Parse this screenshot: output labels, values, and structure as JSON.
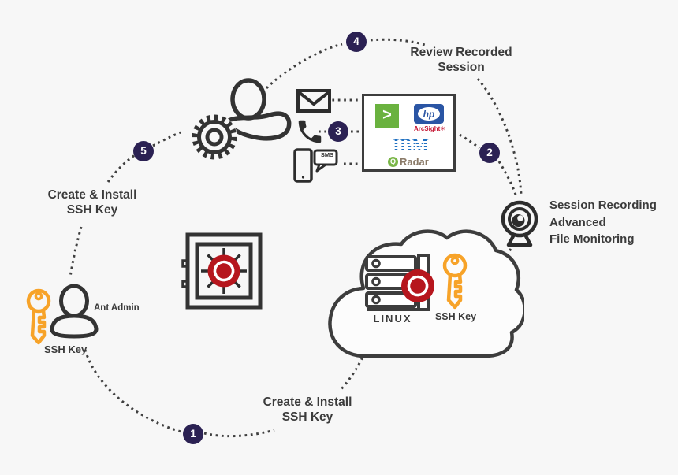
{
  "colors": {
    "background": "#f7f7f7",
    "ink": "#3b3b3b",
    "badge_navy": "#2b2153",
    "key_orange": "#f7a329",
    "logo_red": "#b6161d",
    "hpe_green": "#6ab23f",
    "hp_blue": "#2a55a4",
    "arcsight_red": "#c41230",
    "ibm_blue": "#1f70c1",
    "qradar_green": "#7ab648",
    "qradar_text_brown": "#8a7a68"
  },
  "steps": {
    "s1": "1",
    "s2": "2",
    "s3": "3",
    "s4": "4",
    "s5": "5"
  },
  "labels": {
    "review_line1": "Review Recorded",
    "review_line2": "Session",
    "monitor_line1": "Session Recording",
    "monitor_line2": "Advanced",
    "monitor_line3": "File Monitoring",
    "create_left_line1": "Create & Install",
    "create_left_line2": "SSH Key",
    "create_bottom_line1": "Create & Install",
    "create_bottom_line2": "SSH Key",
    "ant_admin": "Ant Admin",
    "ssh_key_person": "SSH Key",
    "ssh_key_cloud": "SSH Key",
    "linux": "LINUX",
    "sms": "SMS"
  },
  "logos": {
    "hpe_symbol": ">",
    "hp": "hp",
    "arcsight": "ArcSight",
    "arcsight_mark": "✳",
    "ibm": "IBM",
    "qradar_q": "Q",
    "qradar_text": "Radar"
  },
  "icons": {
    "envelope": "email notification",
    "phone-handset": "phone call notification",
    "sms-phone": "sms notification",
    "gear-person": "admin with gear",
    "person": "ant admin user",
    "key": "ssh key",
    "vault": "credential vault with red swirl wheel",
    "webcam": "session recording camera",
    "cloud-servers": "linux servers in cloud",
    "red-swirl-logo": "vendor swirl logo"
  }
}
